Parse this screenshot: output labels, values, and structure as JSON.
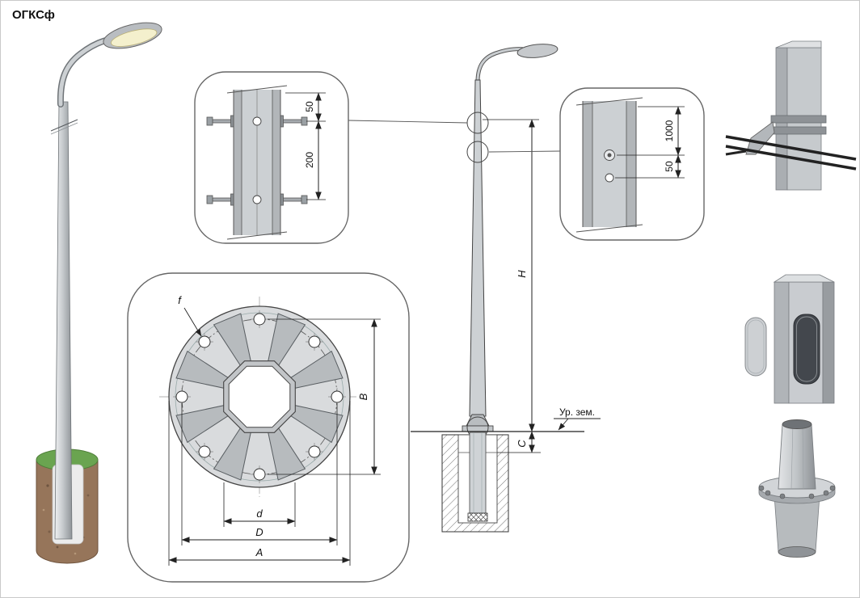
{
  "title": "ОГКСф",
  "joint_detail": {
    "dim_top": "50",
    "dim_bolt_spacing": "200"
  },
  "hole_detail": {
    "dim_height": "1000",
    "dim_offset": "50"
  },
  "flange_detail": {
    "hole_dia_label": "f",
    "dim_vertical": "B",
    "dim_inner": "d",
    "dim_bolt_circle": "D",
    "dim_outer": "A"
  },
  "elevation": {
    "dim_height": "H",
    "dim_embed": "C",
    "ground_label": "Ур. зем."
  }
}
